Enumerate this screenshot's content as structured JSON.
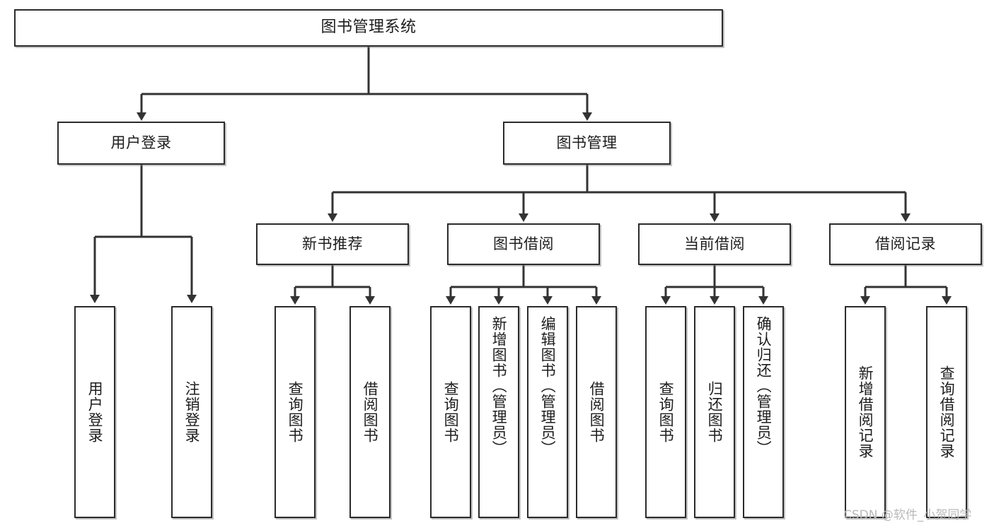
{
  "diagram": {
    "title": "图书管理系统",
    "type": "tree-hierarchy-chart",
    "watermark": "CSDN @软件_小贺同学",
    "style": {
      "box_border_color": "#2b2b2b",
      "box_fill_color": "#ffffff",
      "connector_color": "#333333",
      "text_color": "#1d1d1d",
      "watermark_color": "#b9b9b9",
      "background": "#ffffff"
    }
  },
  "nodes": {
    "root": {
      "label": "图书管理系统"
    },
    "level2": [
      {
        "label": "用户登录"
      },
      {
        "label": "图书管理"
      }
    ],
    "level3": [
      {
        "label": "新书推荐"
      },
      {
        "label": "图书借阅"
      },
      {
        "label": "当前借阅"
      },
      {
        "label": "借阅记录"
      }
    ],
    "leaves_user_login": [
      {
        "label": "用户登录"
      },
      {
        "label": "注销登录"
      }
    ],
    "leaves_new_book": [
      {
        "label": "查询图书"
      },
      {
        "label": "借阅图书"
      }
    ],
    "leaves_borrow": [
      {
        "label": "查询图书"
      },
      {
        "label": "新增图书（管理员）"
      },
      {
        "label": "编辑图书（管理员）"
      },
      {
        "label": "借阅图书"
      }
    ],
    "leaves_current": [
      {
        "label": "查询图书"
      },
      {
        "label": "归还图书"
      },
      {
        "label": "确认归还（管理员）"
      }
    ],
    "leaves_records": [
      {
        "label": "新增借阅记录"
      },
      {
        "label": "查询借阅记录"
      }
    ]
  }
}
